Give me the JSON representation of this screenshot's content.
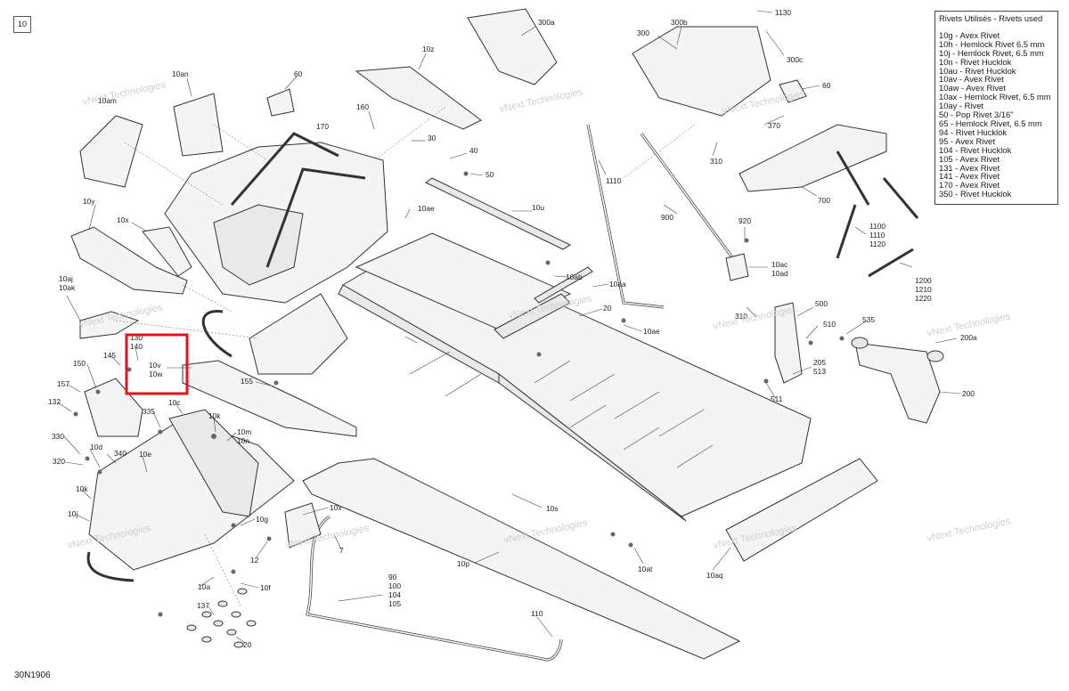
{
  "page_number": "10",
  "doc_code": "30N1906",
  "watermark": {
    "line1": "vNext",
    "line2": "Technologies"
  },
  "legend": {
    "title": "Rivets Utilisés - Rivets used",
    "items": [
      "10g - Avex Rivet",
      "10h - Hemlock Rivet 6.5 mm",
      "10j - Hemlock Rivet, 6.5 mm",
      "10n - Rivet Hucklok",
      "10au - Rivet Hucklok",
      "10av - Avex Rivet",
      "10aw - Avex Rivet",
      "10ax - Hemlock Rivet, 6.5 mm",
      "10ay - Rivet",
      "50 - Pop Rivet 3/16\"",
      "65 - Hemlock Rivet, 6.5 mm",
      "94 - Rivet Hucklok",
      "95 - Avex Rivet",
      "104 - Rivet Hucklok",
      "105 - Avex Rivet",
      "131 - Avex Rivet",
      "141 - Avex Rivet",
      "170 - Avex Rivet",
      "350 - Rivet Hucklok"
    ]
  },
  "callouts": {
    "c300a": "300a",
    "c300b": "300b",
    "c300": "300",
    "c1130": "1130",
    "c300c": "300c",
    "c10z": "10z",
    "c60a": "60",
    "c60b": "60",
    "c10an": "10an",
    "c10am": "10am",
    "c160": "160",
    "c170": "170",
    "c30": "30",
    "c40": "40",
    "c50": "50",
    "c370": "370",
    "c310": "310",
    "c1110": "1110",
    "c900": "900",
    "c700": "700",
    "c920": "920",
    "c10y": "10y",
    "c10x": "10x",
    "c10ae": "10ae",
    "c10u": "10u",
    "c1100": "1100",
    "c1110b": "1110",
    "c1120": "1120",
    "c10ac": "10ac",
    "c10ad": "10ad",
    "c10ab": "10ab",
    "c10aa": "10aa",
    "c1200": "1200",
    "c1210": "1210",
    "c1220": "1220",
    "c10aj": "10aj",
    "c10ak": "10ak",
    "c20a": "20",
    "c500": "500",
    "c510": "510",
    "c310b": "310",
    "c535": "535",
    "c200a": "200a",
    "c130": "130",
    "c140": "140",
    "c10ae2": "10ae",
    "c205": "205",
    "c513": "513",
    "c10v": "10v",
    "c10w": "10w",
    "c150": "150",
    "c145": "145",
    "c157": "157",
    "c155": "155",
    "c200": "200",
    "c132": "132",
    "c335": "335",
    "c10c": "10c",
    "c10k": "10k",
    "c511": "511",
    "c330": "330",
    "c10m": "10m",
    "c10n": "10n",
    "c10d": "10d",
    "c340": "340",
    "c320": "320",
    "c10e": "10e",
    "c10k2": "10k",
    "c10s": "10s",
    "c10x2": "10x",
    "c10j": "10j",
    "c10g": "10g",
    "c12": "12",
    "c7": "7",
    "c10at": "10at",
    "c10aq": "10aq",
    "c10p": "10p",
    "c10a": "10a",
    "c10f": "10f",
    "c137": "137",
    "c90": "90",
    "c100": "100",
    "c104": "104",
    "c105": "105",
    "c110": "110",
    "c20b": "20"
  },
  "highlight_box": {
    "color": "#e0141b"
  }
}
